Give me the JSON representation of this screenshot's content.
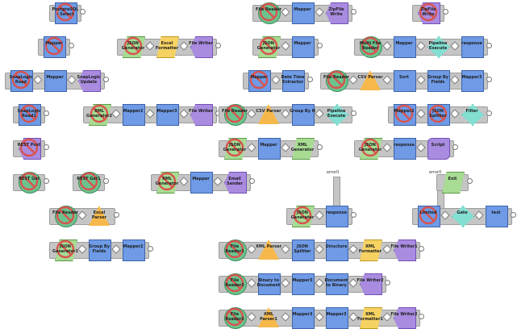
{
  "canvas": {
    "background": "#ffffff",
    "pipeline_bar_color": "#c5c5c5",
    "disabled_marker_color": "#d8534f"
  },
  "error_labels": [
    "error0",
    "error0"
  ],
  "pipelines": [
    {
      "id": "p1",
      "snaps": [
        {
          "label": "PostgreSQL - Select",
          "kind": "rect",
          "disabled": true
        }
      ]
    },
    {
      "id": "p2",
      "snaps": [
        {
          "label": "Mapper",
          "kind": "rect",
          "disabled": true
        }
      ]
    },
    {
      "id": "p3",
      "snaps": [
        {
          "label": "SnapLogic Read",
          "kind": "rect",
          "disabled": true
        },
        {
          "label": "Mapper",
          "kind": "rect"
        },
        {
          "label": "SnapLogic Update",
          "kind": "writer"
        }
      ]
    },
    {
      "id": "p4",
      "snaps": [
        {
          "label": "SnapLogic Read1",
          "kind": "rect",
          "disabled": true
        }
      ]
    },
    {
      "id": "p5",
      "snaps": [
        {
          "label": "REST Post",
          "kind": "writer",
          "disabled": true
        }
      ]
    },
    {
      "id": "p6",
      "snaps": [
        {
          "label": "REST Get",
          "kind": "reader",
          "disabled": true
        }
      ]
    },
    {
      "id": "p7",
      "snaps": [
        {
          "label": "REST Get1",
          "kind": "reader",
          "disabled": true
        }
      ]
    },
    {
      "id": "p8",
      "snaps": [
        {
          "label": "File Reader",
          "kind": "reader",
          "disabled": true
        },
        {
          "label": "Excel Parser",
          "kind": "parser"
        }
      ]
    },
    {
      "id": "p9",
      "snaps": [
        {
          "label": "JSON Generator1",
          "kind": "generator",
          "disabled": true
        },
        {
          "label": "Group By Fields",
          "kind": "rect"
        },
        {
          "label": "Mapper2",
          "kind": "rect"
        }
      ]
    },
    {
      "id": "p10",
      "snaps": [
        {
          "label": "JSON Generator",
          "kind": "generator",
          "disabled": true
        },
        {
          "label": "Excel Formatter",
          "kind": "formatter"
        },
        {
          "label": "File Writer",
          "kind": "writer"
        }
      ]
    },
    {
      "id": "p11",
      "snaps": [
        {
          "label": "XML Generator2",
          "kind": "generator",
          "disabled": true
        },
        {
          "label": "Mapper2",
          "kind": "rect"
        },
        {
          "label": "Mapper3",
          "kind": "rect"
        },
        {
          "label": "File Writer",
          "kind": "writer"
        }
      ]
    },
    {
      "id": "p12",
      "snaps": [
        {
          "label": "XML Generator",
          "kind": "generator",
          "disabled": true
        },
        {
          "label": "Mapper",
          "kind": "rect"
        },
        {
          "label": "Email Sender",
          "kind": "writer"
        }
      ]
    },
    {
      "id": "p13",
      "snaps": [
        {
          "label": "File Reader",
          "kind": "reader",
          "disabled": true
        },
        {
          "label": "Mapper",
          "kind": "rect"
        },
        {
          "label": "ZipFile Write",
          "kind": "writer"
        }
      ]
    },
    {
      "id": "p14",
      "snaps": [
        {
          "label": "JSON Generator",
          "kind": "generator",
          "disabled": true
        },
        {
          "label": "Mapper",
          "kind": "rect"
        }
      ]
    },
    {
      "id": "p15",
      "snaps": [
        {
          "label": "Mapper",
          "kind": "rect",
          "disabled": true
        },
        {
          "label": "Date Time Extractor",
          "kind": "rect"
        }
      ]
    },
    {
      "id": "p16",
      "snaps": [
        {
          "label": "File Reader",
          "kind": "reader",
          "disabled": true
        },
        {
          "label": "CSV Parser",
          "kind": "parser"
        },
        {
          "label": "Group By N",
          "kind": "rect"
        },
        {
          "label": "Pipeline Execute",
          "kind": "diamond"
        }
      ]
    },
    {
      "id": "p17",
      "snaps": [
        {
          "label": "JSON Generator",
          "kind": "generator",
          "disabled": true
        },
        {
          "label": "Mapper",
          "kind": "rect"
        },
        {
          "label": "XML Generator",
          "kind": "generator"
        }
      ]
    },
    {
      "id": "p18",
      "snaps": [
        {
          "label": "JSON Generator",
          "kind": "generator",
          "disabled": true
        },
        {
          "label": "response",
          "kind": "rect"
        }
      ]
    },
    {
      "id": "p19",
      "snaps": [
        {
          "label": "File Reader1",
          "kind": "reader",
          "disabled": true
        },
        {
          "label": "XML Parser",
          "kind": "parser"
        },
        {
          "label": "JSON Splitter",
          "kind": "rect"
        },
        {
          "label": "Structure",
          "kind": "rect"
        },
        {
          "label": "XML Formatter",
          "kind": "formatter"
        },
        {
          "label": "File Writer1",
          "kind": "writer"
        }
      ]
    },
    {
      "id": "p20",
      "snaps": [
        {
          "label": "File Reader2",
          "kind": "reader",
          "disabled": true
        },
        {
          "label": "Binary to Document",
          "kind": "rect"
        },
        {
          "label": "Mapper3",
          "kind": "rect"
        },
        {
          "label": "Document to Binary",
          "kind": "rect"
        },
        {
          "label": "File Writer2",
          "kind": "writer"
        }
      ]
    },
    {
      "id": "p21",
      "snaps": [
        {
          "label": "File Reader2",
          "kind": "reader",
          "disabled": true
        },
        {
          "label": "XML Parser1",
          "kind": "parser"
        },
        {
          "label": "Mapper3",
          "kind": "rect"
        },
        {
          "label": "Mapper3",
          "kind": "rect"
        },
        {
          "label": "XML Formatter1",
          "kind": "formatter"
        },
        {
          "label": "File Writer2",
          "kind": "writer"
        }
      ]
    },
    {
      "id": "p22",
      "snaps": [
        {
          "label": "ZipFile Write",
          "kind": "writer",
          "disabled": true
        }
      ]
    },
    {
      "id": "p23",
      "snaps": [
        {
          "label": "Multi File Reader",
          "kind": "reader",
          "disabled": true
        },
        {
          "label": "Mapper",
          "kind": "rect"
        },
        {
          "label": "Pipeline Execute",
          "kind": "diamond"
        },
        {
          "label": "response",
          "kind": "rect"
        }
      ]
    },
    {
      "id": "p24",
      "snaps": [
        {
          "label": "File Reader",
          "kind": "reader",
          "disabled": true
        },
        {
          "label": "CSV Parser",
          "kind": "parser"
        },
        {
          "label": "Sort",
          "kind": "rect"
        },
        {
          "label": "Group By Fields",
          "kind": "rect"
        },
        {
          "label": "Mapper3",
          "kind": "rect"
        }
      ]
    },
    {
      "id": "p25",
      "snaps": [
        {
          "label": "Mapper2",
          "kind": "rect",
          "disabled": true
        },
        {
          "label": "JSON Splitter",
          "kind": "rect",
          "disabled": true
        },
        {
          "label": "Filter",
          "kind": "diamond"
        }
      ]
    },
    {
      "id": "p26",
      "snaps": [
        {
          "label": "JSON Generator",
          "kind": "generator",
          "disabled": true
        },
        {
          "label": "response",
          "kind": "rect"
        },
        {
          "label": "Script",
          "kind": "script"
        }
      ]
    },
    {
      "id": "p27",
      "snaps": [
        {
          "label": "Exit",
          "kind": "generator"
        }
      ]
    },
    {
      "id": "p28",
      "snaps": [
        {
          "label": "Limited",
          "kind": "rect",
          "disabled": true
        },
        {
          "label": "Gate",
          "kind": "diamond"
        },
        {
          "label": "test",
          "kind": "rect"
        }
      ]
    }
  ]
}
